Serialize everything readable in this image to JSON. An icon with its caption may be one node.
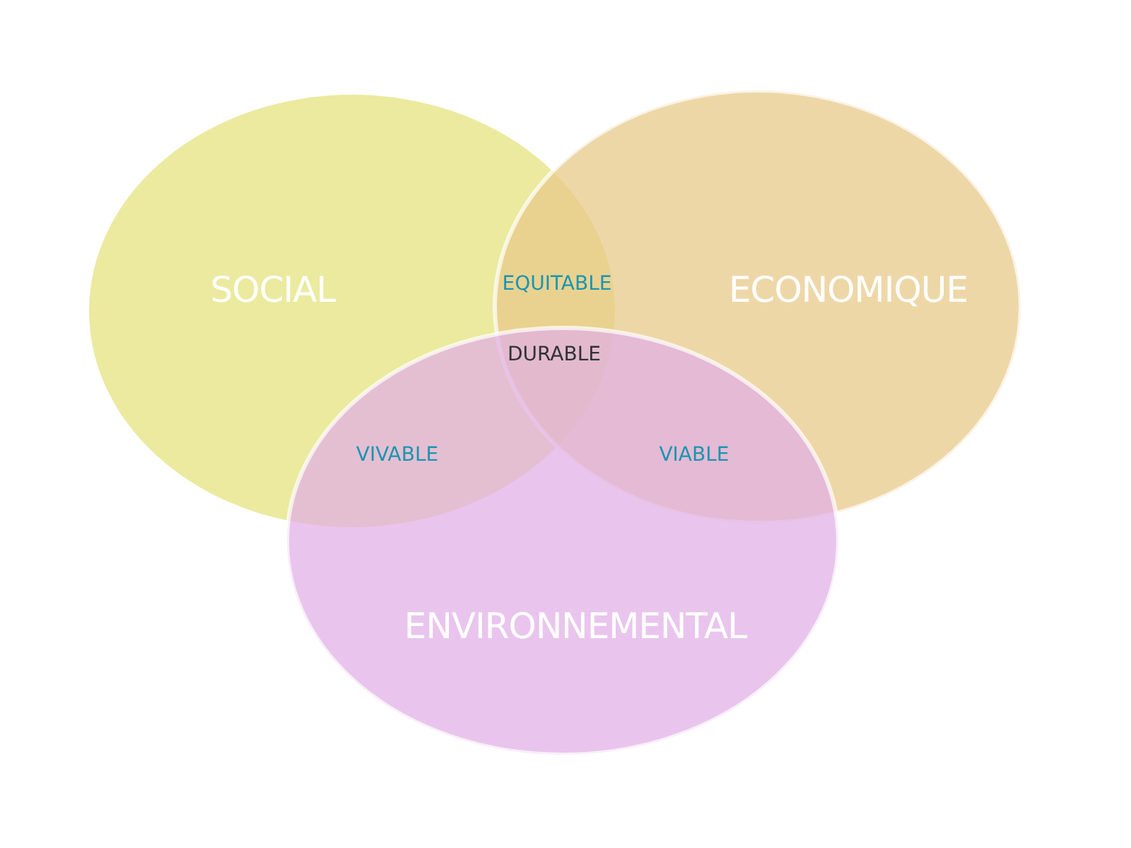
{
  "diagram": {
    "nodes": [
      {
        "text": [
          "SOCIAL"
        ]
      },
      {
        "text": [
          "ECONOMIQUE"
        ]
      },
      {
        "text": [
          "ENVIRONNEMENTAL"
        ]
      }
    ],
    "labels": [
      "EQUITABLE",
      "DURABLE",
      "VIVABLE",
      "VIABLE"
    ]
  }
}
